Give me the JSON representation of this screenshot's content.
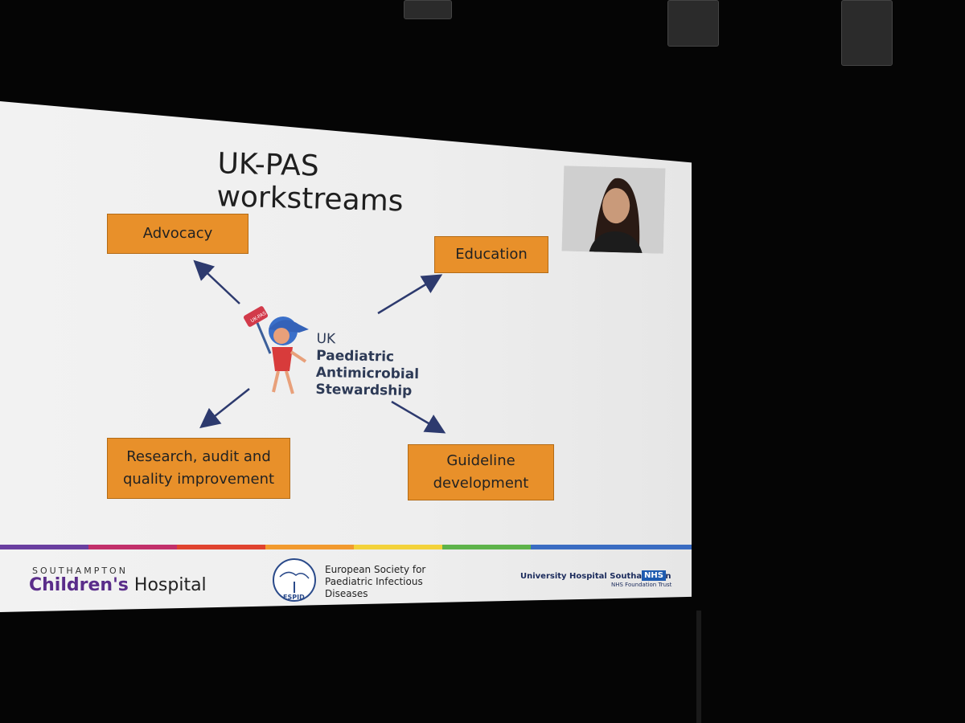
{
  "slide": {
    "title": "UK-PAS workstreams",
    "boxes": {
      "advocacy": "Advocacy",
      "education": "Education",
      "research": [
        "Research, audit and",
        "quality improvement"
      ],
      "guideline": [
        "Guideline",
        "development"
      ]
    },
    "logo": {
      "line1": "UK",
      "line2": "Paediatric",
      "line3": "Antimicrobial",
      "line4": "Stewardship",
      "sign": "UK-PAS"
    }
  },
  "footer": {
    "southampton": "SOUTHAMPTON",
    "childrens": "Children's",
    "hospital": "Hospital",
    "espid_badge": "ESPID",
    "espid_lines": [
      "European Society for",
      "Paediatric Infectious",
      "Diseases"
    ],
    "uhs": "University Hospital Southampton",
    "nhs": "NHS",
    "nhs_sub": "NHS Foundation Trust"
  },
  "colors": {
    "box_fill": "#e8902a",
    "arrow": "#2d3a6e",
    "logo_text": "#2d3a56"
  }
}
